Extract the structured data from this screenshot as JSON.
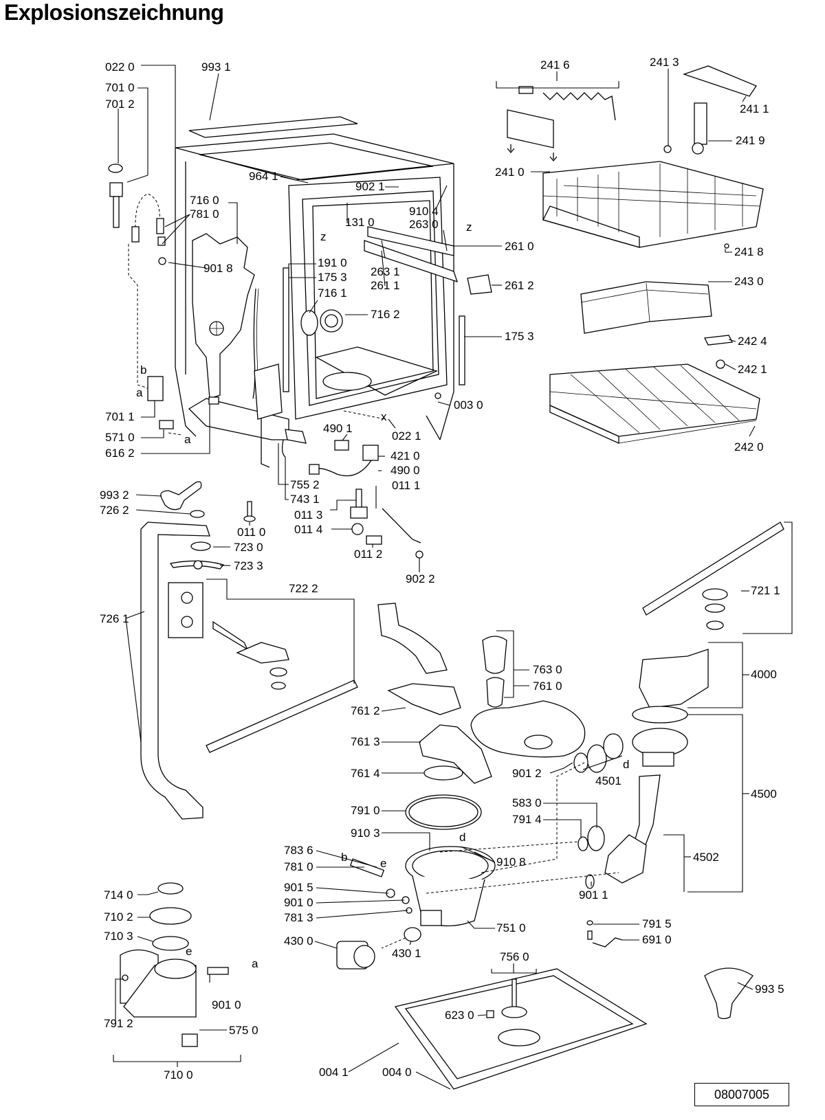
{
  "title": "Explosionszeichnung",
  "drawing_number": "08007005",
  "labels": [
    {
      "id": "l0220",
      "text": "022 0"
    },
    {
      "id": "l9931",
      "text": "993 1"
    },
    {
      "id": "l7010",
      "text": "701 0"
    },
    {
      "id": "l7012",
      "text": "701 2"
    },
    {
      "id": "l9641",
      "text": "964 1"
    },
    {
      "id": "l9021",
      "text": "902 1"
    },
    {
      "id": "l9104",
      "text": "910 4"
    },
    {
      "id": "l2630",
      "text": "263 0"
    },
    {
      "id": "l7160",
      "text": "716 0"
    },
    {
      "id": "l7810a",
      "text": "781 0"
    },
    {
      "id": "l1310",
      "text": "131 0"
    },
    {
      "id": "l9018",
      "text": "901 8"
    },
    {
      "id": "l1910",
      "text": "191 0"
    },
    {
      "id": "l1753a",
      "text": "175 3"
    },
    {
      "id": "l2631",
      "text": "263 1"
    },
    {
      "id": "l2611",
      "text": "261 1"
    },
    {
      "id": "l2610",
      "text": "261 0"
    },
    {
      "id": "l2612",
      "text": "261 2"
    },
    {
      "id": "l7161",
      "text": "716 1"
    },
    {
      "id": "l7162",
      "text": "716 2"
    },
    {
      "id": "l1753b",
      "text": "175 3"
    },
    {
      "id": "l0030",
      "text": "003 0"
    },
    {
      "id": "l7011",
      "text": "701 1"
    },
    {
      "id": "l5710",
      "text": "571 0"
    },
    {
      "id": "l6162",
      "text": "616 2"
    },
    {
      "id": "l0221",
      "text": "022 1"
    },
    {
      "id": "l4901",
      "text": "490 1"
    },
    {
      "id": "l4210",
      "text": "421 0"
    },
    {
      "id": "l4900",
      "text": "490 0"
    },
    {
      "id": "l7552",
      "text": "755 2"
    },
    {
      "id": "l7431",
      "text": "743 1"
    },
    {
      "id": "l0111",
      "text": "011 1"
    },
    {
      "id": "l0113",
      "text": "011 3"
    },
    {
      "id": "l0114",
      "text": "011 4"
    },
    {
      "id": "l0110",
      "text": "011 0"
    },
    {
      "id": "l0112",
      "text": "011 2"
    },
    {
      "id": "l9022",
      "text": "902 2"
    },
    {
      "id": "l9932",
      "text": "993 2"
    },
    {
      "id": "l7262",
      "text": "726 2"
    },
    {
      "id": "l7230",
      "text": "723 0"
    },
    {
      "id": "l7233",
      "text": "723 3"
    },
    {
      "id": "l7222",
      "text": "722 2"
    },
    {
      "id": "l7261",
      "text": "726 1"
    },
    {
      "id": "l2416",
      "text": "241 6"
    },
    {
      "id": "l2413",
      "text": "241 3"
    },
    {
      "id": "l2411",
      "text": "241 1"
    },
    {
      "id": "l2419",
      "text": "241 9"
    },
    {
      "id": "l2410",
      "text": "241 0"
    },
    {
      "id": "l2418",
      "text": "241 8"
    },
    {
      "id": "l2430",
      "text": "243 0"
    },
    {
      "id": "l2424",
      "text": "242 4"
    },
    {
      "id": "l2421",
      "text": "242 1"
    },
    {
      "id": "l2420",
      "text": "242 0"
    },
    {
      "id": "l7211",
      "text": "721 1"
    },
    {
      "id": "l4000",
      "text": "4000"
    },
    {
      "id": "l7630",
      "text": "763 0"
    },
    {
      "id": "l7610",
      "text": "761 0"
    },
    {
      "id": "l7612",
      "text": "761 2"
    },
    {
      "id": "l7613",
      "text": "761 3"
    },
    {
      "id": "l7614",
      "text": "761 4"
    },
    {
      "id": "l9012",
      "text": "901 2"
    },
    {
      "id": "l4501",
      "text": "4501"
    },
    {
      "id": "l4500",
      "text": "4500"
    },
    {
      "id": "l7910",
      "text": "791 0"
    },
    {
      "id": "l5830",
      "text": "583 0"
    },
    {
      "id": "l7914",
      "text": "791 4"
    },
    {
      "id": "l9103",
      "text": "910 3"
    },
    {
      "id": "l9108",
      "text": "910 8"
    },
    {
      "id": "l4502",
      "text": "4502"
    },
    {
      "id": "l7836",
      "text": "783 6"
    },
    {
      "id": "l7810b",
      "text": "781 0"
    },
    {
      "id": "l9015",
      "text": "901 5"
    },
    {
      "id": "l9010a",
      "text": "901 0"
    },
    {
      "id": "l7813",
      "text": "781 3"
    },
    {
      "id": "l9011",
      "text": "901 1"
    },
    {
      "id": "l7140",
      "text": "714 0"
    },
    {
      "id": "l7102",
      "text": "710 2"
    },
    {
      "id": "l7103",
      "text": "710 3"
    },
    {
      "id": "l7510",
      "text": "751 0"
    },
    {
      "id": "l7915",
      "text": "791 5"
    },
    {
      "id": "l6910",
      "text": "691 0"
    },
    {
      "id": "l4300",
      "text": "430 0"
    },
    {
      "id": "l4301",
      "text": "430 1"
    },
    {
      "id": "l7560",
      "text": "756 0"
    },
    {
      "id": "l9935",
      "text": "993 5"
    },
    {
      "id": "l9010b",
      "text": "901 0"
    },
    {
      "id": "l7912",
      "text": "791 2"
    },
    {
      "id": "l6230",
      "text": "623 0"
    },
    {
      "id": "l5750",
      "text": "575 0"
    },
    {
      "id": "l7100",
      "text": "710 0"
    },
    {
      "id": "l0041",
      "text": "004 1"
    },
    {
      "id": "l0040",
      "text": "004 0"
    }
  ],
  "markers": {
    "a": "a",
    "b": "b",
    "d": "d",
    "e": "e",
    "x": "x",
    "z": "z"
  }
}
